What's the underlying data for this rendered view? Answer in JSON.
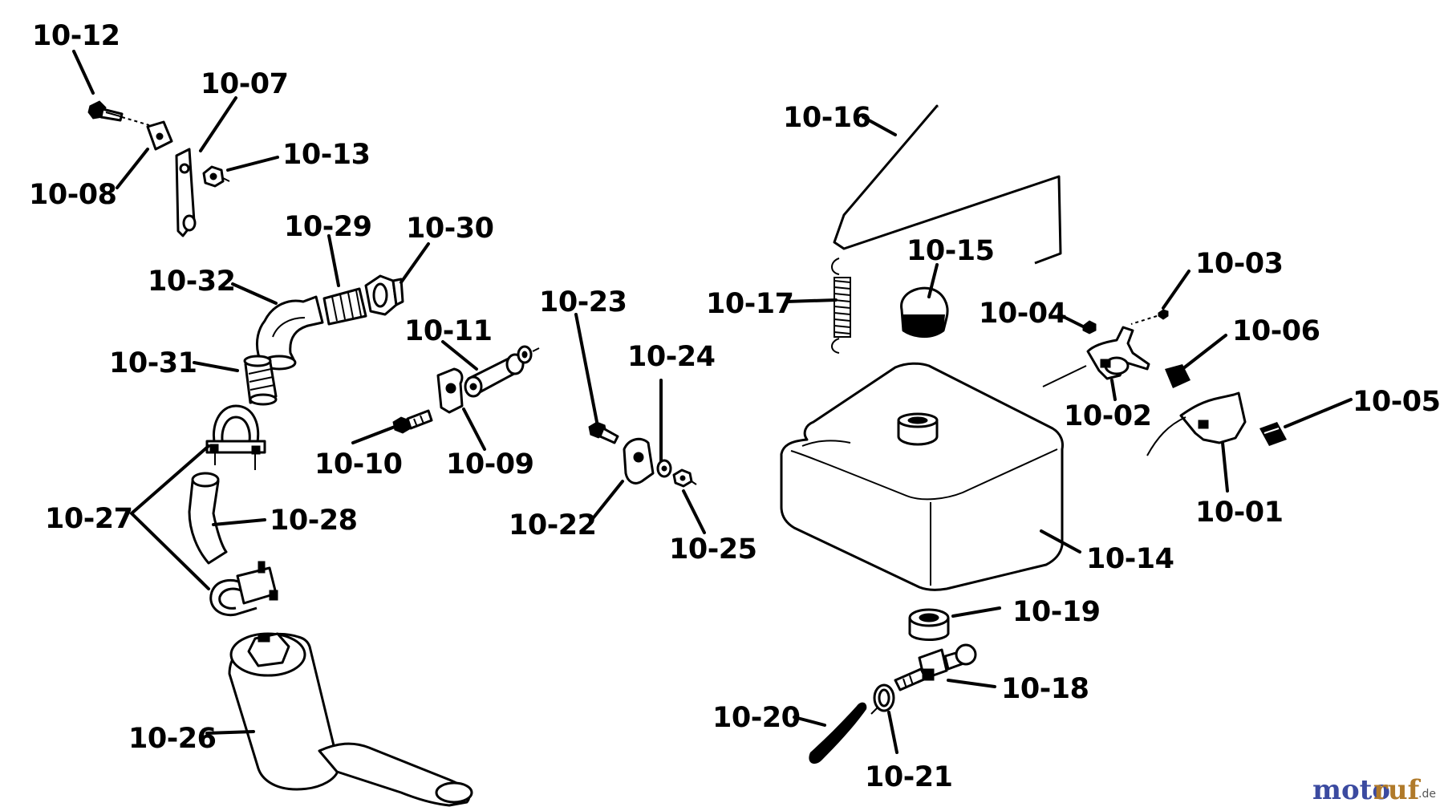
{
  "labels": {
    "p1012": "10-12",
    "p1007": "10-07",
    "p1013": "10-13",
    "p1008": "10-08",
    "p1029": "10-29",
    "p1030": "10-30",
    "p1032": "10-32",
    "p1031": "10-31",
    "p1011": "10-11",
    "p1010": "10-10",
    "p1009": "10-09",
    "p1023": "10-23",
    "p1024": "10-24",
    "p1022": "10-22",
    "p1025": "10-25",
    "p1027": "10-27",
    "p1028": "10-28",
    "p1026": "10-26",
    "p1016": "10-16",
    "p1015": "10-15",
    "p1017": "10-17",
    "p1003": "10-03",
    "p1004": "10-04",
    "p1006": "10-06",
    "p1002": "10-02",
    "p1005": "10-05",
    "p1001": "10-01",
    "p1014": "10-14",
    "p1019": "10-19",
    "p1018": "10-18",
    "p1020": "10-20",
    "p1021": "10-21"
  },
  "watermark": {
    "moto": "moto",
    "ruf": "ruf",
    "suffix": ".de"
  },
  "colors": {
    "line": "#000000",
    "watermark_blue": "#3b4aa0",
    "watermark_gold": "#b07a2a"
  }
}
